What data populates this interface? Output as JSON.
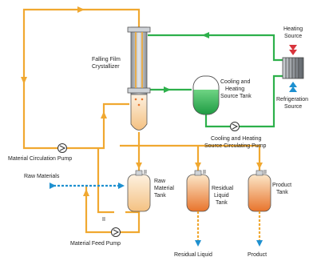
{
  "labels": {
    "falling_film_l1": "Falling Film",
    "falling_film_l2": "Crystallizer",
    "heating_l1": "Heating",
    "heating_l2": "Source",
    "cooling_tank_l1": "Cooling and",
    "cooling_tank_l2": "Heating",
    "cooling_tank_l3": "Source Tank",
    "refrigeration_l1": "Refrigeration",
    "refrigeration_l2": "Source",
    "circ_pump_l1": "Cooling and Heating",
    "circ_pump_l2": "Source Circulating Pump",
    "material_circ_pump": "Material Circulation Pump",
    "raw_materials": "Raw Materials",
    "raw_tank_l1": "Raw",
    "raw_tank_l2": "Material",
    "raw_tank_l3": "Tank",
    "residual_tank_l1": "Residual",
    "residual_tank_l2": "Liquid",
    "residual_tank_l3": "Tank",
    "product_tank_l1": "Product",
    "product_tank_l2": "Tank",
    "feed_pump": "Material Feed Pump",
    "residual_liquid": "Residual Liquid",
    "product": "Product",
    "valve_mark": "II"
  },
  "colors": {
    "material_line": "#f0a830",
    "green_line": "#2db04b",
    "blue_arrow": "#1e90d0",
    "heating_arrow": "#d8343c",
    "tank_orange": "#e8742c",
    "tank_light": "#f6cfa0",
    "green_fluid": "#34b556"
  }
}
